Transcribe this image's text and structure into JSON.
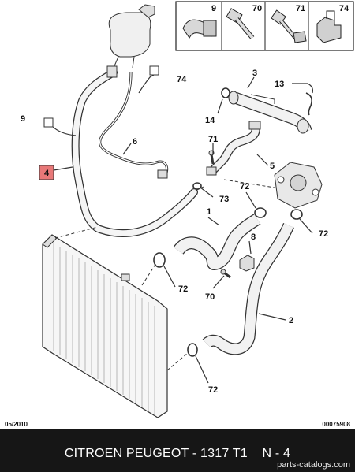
{
  "legend": [
    {
      "num": "9"
    },
    {
      "num": "70"
    },
    {
      "num": "71"
    },
    {
      "num": "74"
    }
  ],
  "callouts": {
    "c74a": "74",
    "c3": "3",
    "c13": "13",
    "c9": "9",
    "c14": "14",
    "c6": "6",
    "c71": "71",
    "c4": "4",
    "c5": "5",
    "c73": "73",
    "c72a": "72",
    "c1": "1",
    "c72b": "72",
    "c8": "8",
    "c72c": "72",
    "c70": "70",
    "c2": "2",
    "c72d": "72"
  },
  "corner_left": "05/2010",
  "corner_right": "00075908",
  "footer": {
    "title": "CITROEN PEUGEOT - 1317 T1    N - 4",
    "watermark": "parts-catalogs.com"
  },
  "colors": {
    "highlight": "#e87878",
    "footer_bg": "#161616"
  }
}
